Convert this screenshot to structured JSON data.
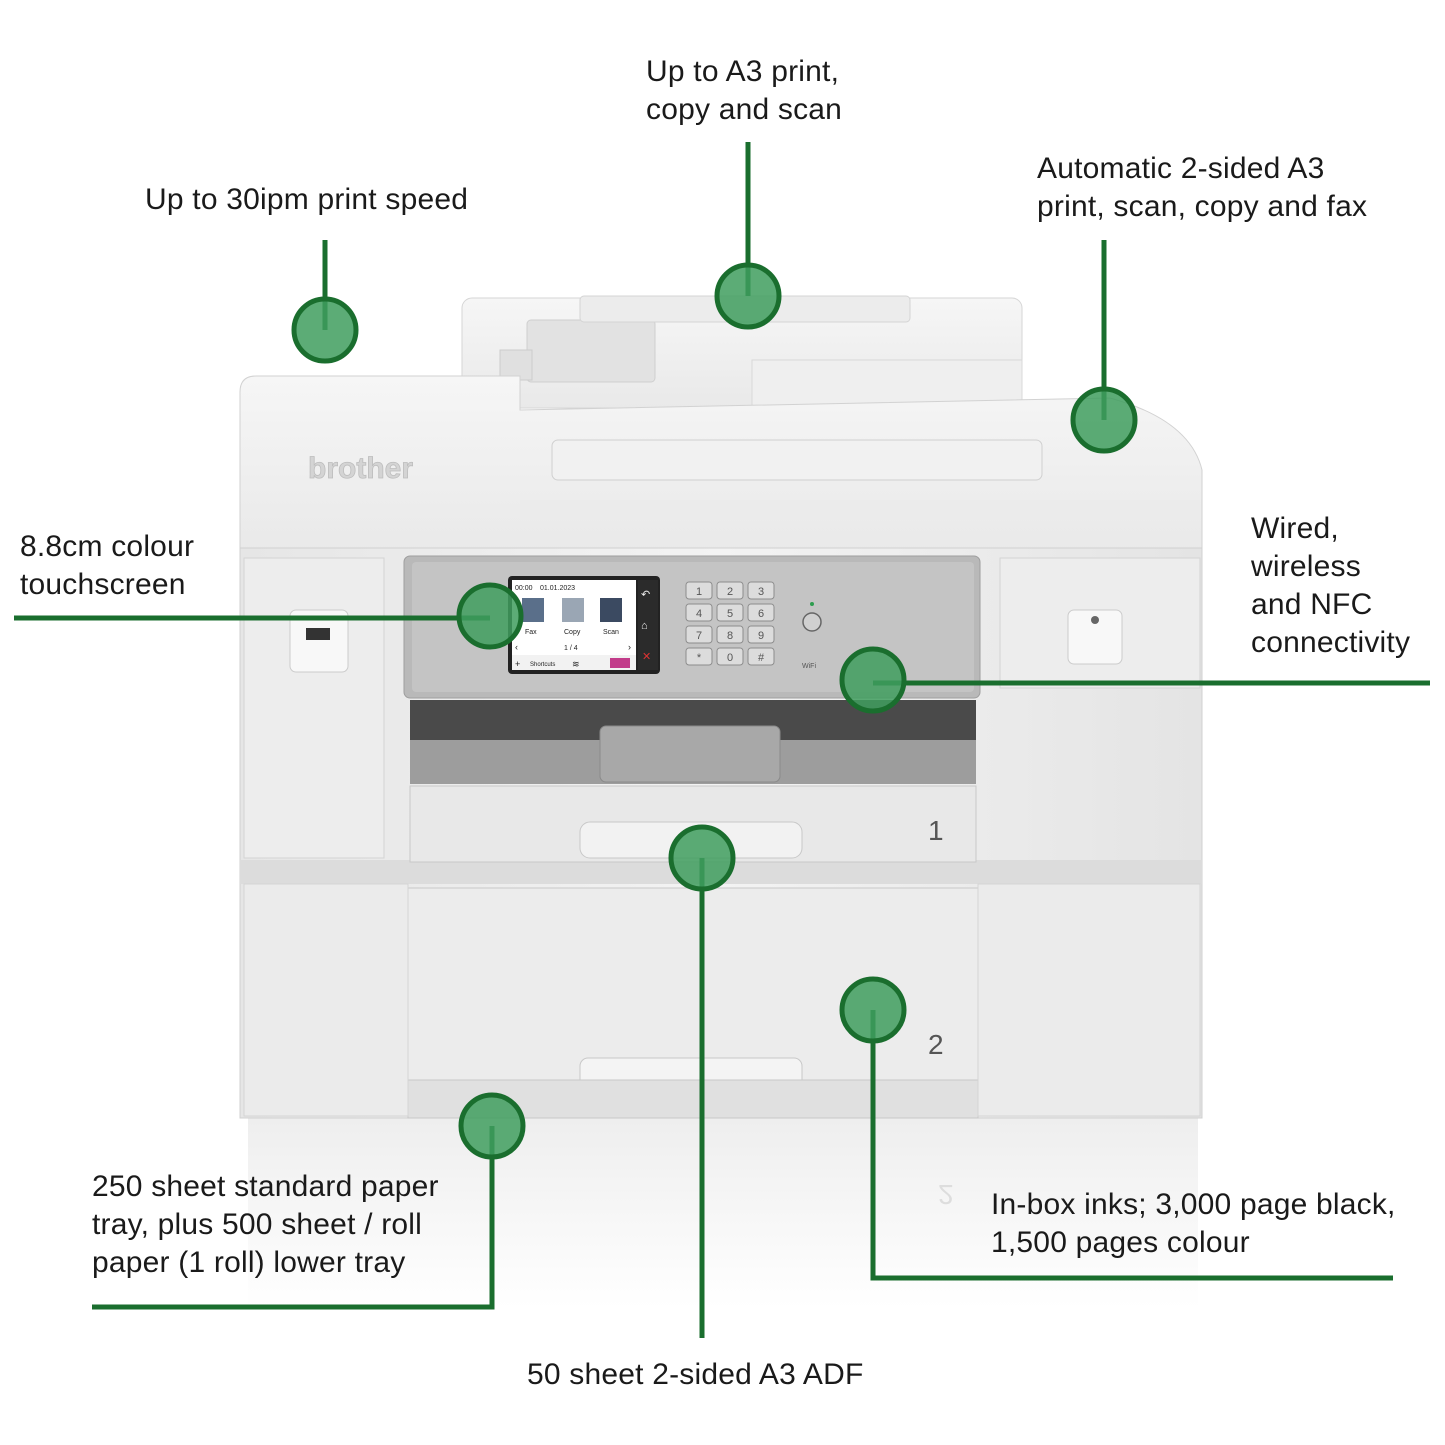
{
  "colors": {
    "accent": "#1f7a3a",
    "dot_fill": "#3f9e5e",
    "line": "#1a6e2e"
  },
  "printer": {
    "brand": "brother",
    "tray_1_number": "1",
    "tray_2_number": "2",
    "wifi_label": "WiFi",
    "screen": {
      "time": "00:00",
      "date": "01.01.2023",
      "tiles": [
        "Fax",
        "Copy",
        "Scan"
      ],
      "page_indicator": "1 / 4",
      "shortcuts_label": "Shortcuts"
    },
    "keypad": [
      "1",
      "2",
      "3",
      "4",
      "5",
      "6",
      "7",
      "8",
      "9",
      "*",
      "0",
      "#"
    ]
  },
  "callouts": {
    "print_speed": {
      "lines": [
        "Up to 30ipm print speed"
      ]
    },
    "a3_print": {
      "lines": [
        "Up to A3 print,",
        "copy and scan"
      ]
    },
    "duplex": {
      "lines": [
        "Automatic 2-sided A3",
        "print, scan, copy and fax"
      ]
    },
    "touchscreen": {
      "lines": [
        "8.8cm colour",
        "touchscreen"
      ]
    },
    "connectivity": {
      "lines": [
        "Wired,",
        "wireless",
        "and NFC",
        "connectivity"
      ]
    },
    "paper_tray": {
      "lines": [
        "250 sheet standard paper",
        "tray, plus 500 sheet / roll",
        "paper (1 roll) lower tray"
      ]
    },
    "inks": {
      "lines": [
        "In-box inks; 3,000 page black,",
        "1,500 pages colour"
      ]
    },
    "adf": {
      "lines": [
        "50 sheet 2-sided A3 ADF"
      ]
    }
  }
}
